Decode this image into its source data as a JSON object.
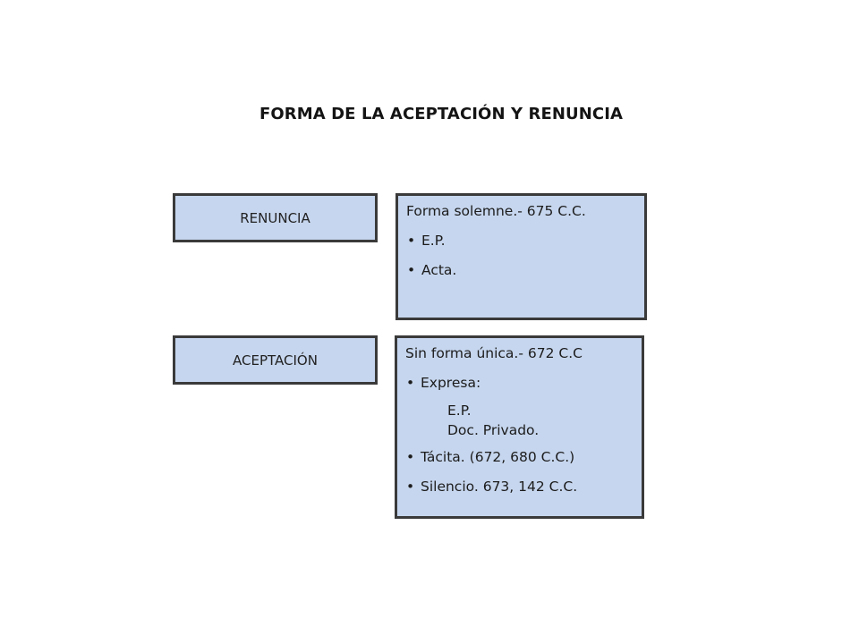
{
  "title": "FORMA DE LA ACEPTACIÓN Y RENUNCIA",
  "colors": {
    "box_fill": "#c6d6ee",
    "box_border": "#3a3a3a"
  },
  "renuncia": {
    "label": "RENUNCIA",
    "heading": "Forma solemne.- 675 C.C.",
    "items": [
      "E.P.",
      "Acta."
    ]
  },
  "aceptacion": {
    "label": "ACEPTACIÓN",
    "heading": "Sin forma única.- 672 C.C",
    "items": [
      {
        "text": "Expresa:",
        "sub": [
          "E.P.",
          "Doc. Privado."
        ]
      },
      {
        "text": "Tácita. (672, 680 C.C.)"
      },
      {
        "text": "Silencio. 673, 142 C.C."
      }
    ]
  }
}
